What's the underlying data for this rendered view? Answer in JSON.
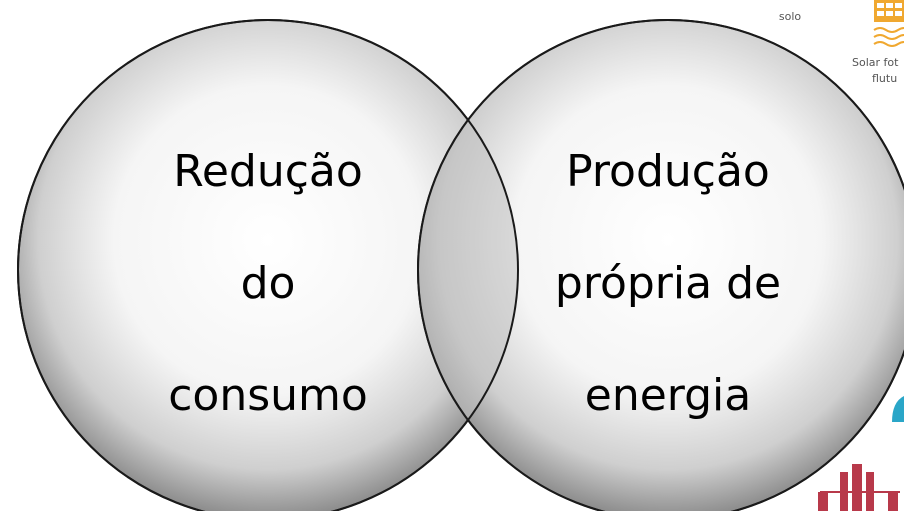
{
  "venn": {
    "left": {
      "lines": [
        "Redução",
        "do",
        "consumo"
      ]
    },
    "right": {
      "lines": [
        "Produção",
        "própria de",
        "energia"
      ]
    }
  },
  "side_panel": {
    "top_label": "Solar fotovoltaica solo",
    "top_label_visible": "solo",
    "floating_label": [
      "Solar fot",
      "flutu"
    ]
  },
  "colors": {
    "circle_rim": "#1a1a1a",
    "circle_center": "#ffffff",
    "circle_edge": "#8a8a8a",
    "solar_icon": "#f0a830",
    "water_icon": "#2aa6c8",
    "tower_icon": "#b8394a"
  }
}
